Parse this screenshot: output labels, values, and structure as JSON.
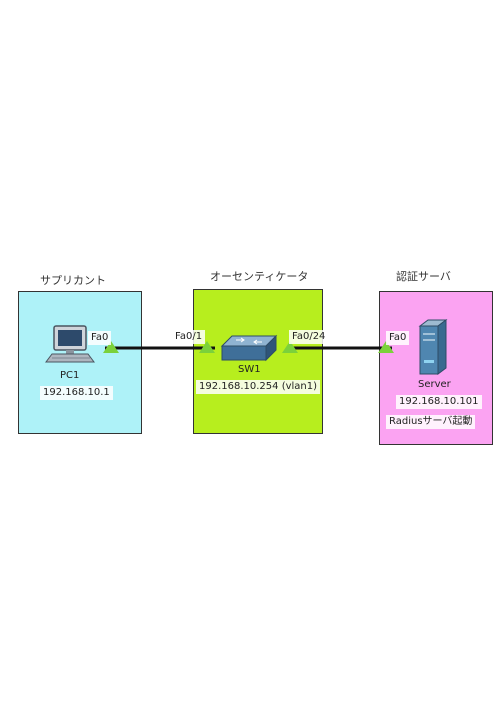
{
  "zones": {
    "supplicant": {
      "title": "サプリカント",
      "color": "#aef2f8"
    },
    "authenticator": {
      "title": "オーセンティケータ",
      "color": "#b7ee1e"
    },
    "auth_server": {
      "title": "認証サーバ",
      "color": "#fba3f2"
    }
  },
  "pc": {
    "name": "PC1",
    "ip": "192.168.10.1",
    "port": "Fa0"
  },
  "switch": {
    "name": "SW1",
    "ip": "192.168.10.254 (vlan1)",
    "port_left": "Fa0/1",
    "port_right": "Fa0/24"
  },
  "server": {
    "name": "Server",
    "ip": "192.168.10.101",
    "note": "Radiusサーバ起動",
    "port": "Fa0"
  },
  "colors": {
    "link": "#111111",
    "port_indicator": "#7bd13b"
  },
  "icons": [
    "pc-icon",
    "switch-icon",
    "server-icon"
  ]
}
